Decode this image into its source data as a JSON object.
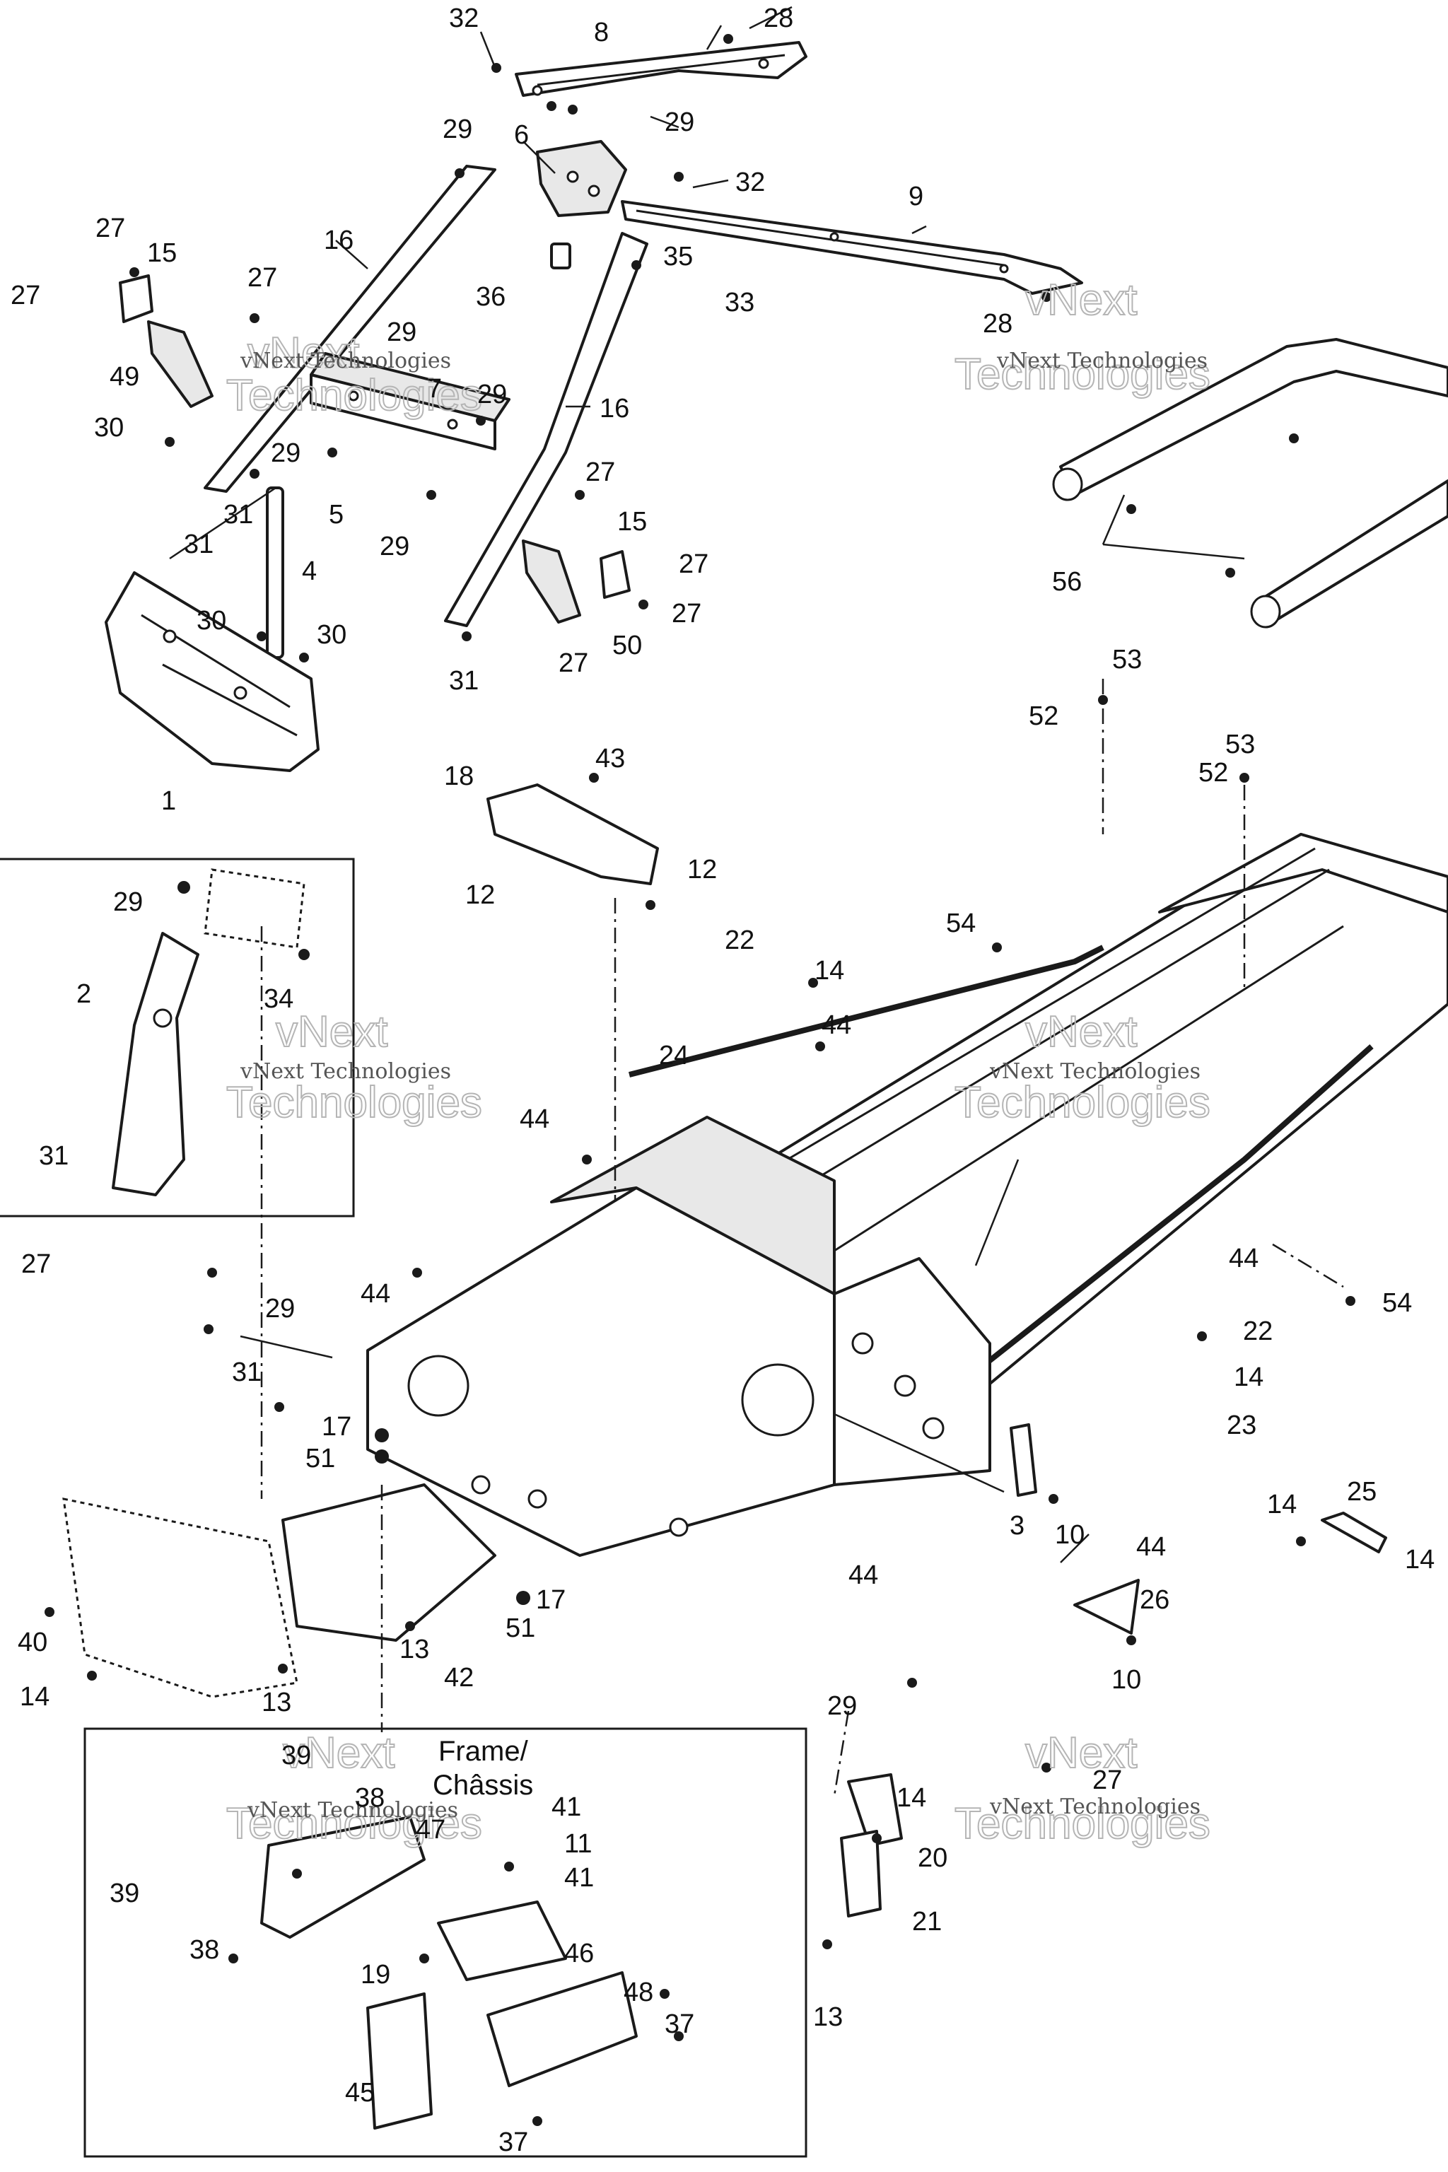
{
  "callouts": [
    {
      "text": "32"
    },
    {
      "text": "8"
    },
    {
      "text": "28"
    },
    {
      "text": "29"
    },
    {
      "text": "6"
    },
    {
      "text": "29"
    },
    {
      "text": "32"
    },
    {
      "text": "9"
    },
    {
      "text": "27"
    },
    {
      "text": "15"
    },
    {
      "text": "16"
    },
    {
      "text": "27"
    },
    {
      "text": "27"
    },
    {
      "text": "35"
    },
    {
      "text": "36"
    },
    {
      "text": "33"
    },
    {
      "text": "28"
    },
    {
      "text": "29"
    },
    {
      "text": "49"
    },
    {
      "text": "7"
    },
    {
      "text": "29"
    },
    {
      "text": "16"
    },
    {
      "text": "30"
    },
    {
      "text": "29"
    },
    {
      "text": "27"
    },
    {
      "text": "31"
    },
    {
      "text": "5"
    },
    {
      "text": "31"
    },
    {
      "text": "29"
    },
    {
      "text": "15"
    },
    {
      "text": "4"
    },
    {
      "text": "27"
    },
    {
      "text": "56"
    },
    {
      "text": "30"
    },
    {
      "text": "30"
    },
    {
      "text": "27"
    },
    {
      "text": "50"
    },
    {
      "text": "27"
    },
    {
      "text": "31"
    },
    {
      "text": "1"
    },
    {
      "text": "53"
    },
    {
      "text": "52"
    },
    {
      "text": "53"
    },
    {
      "text": "52"
    },
    {
      "text": "43"
    },
    {
      "text": "18"
    },
    {
      "text": "29"
    },
    {
      "text": "12"
    },
    {
      "text": "12"
    },
    {
      "text": "34"
    },
    {
      "text": "54"
    },
    {
      "text": "22"
    },
    {
      "text": "14"
    },
    {
      "text": "2"
    },
    {
      "text": "44"
    },
    {
      "text": "24"
    },
    {
      "text": "44"
    },
    {
      "text": "31"
    },
    {
      "text": "27"
    },
    {
      "text": "29"
    },
    {
      "text": "44"
    },
    {
      "text": "44"
    },
    {
      "text": "54"
    },
    {
      "text": "22"
    },
    {
      "text": "14"
    },
    {
      "text": "31"
    },
    {
      "text": "17"
    },
    {
      "text": "51"
    },
    {
      "text": "23"
    },
    {
      "text": "14"
    },
    {
      "text": "25"
    },
    {
      "text": "3"
    },
    {
      "text": "10"
    },
    {
      "text": "44"
    },
    {
      "text": "14"
    },
    {
      "text": "44"
    },
    {
      "text": "26"
    },
    {
      "text": "17"
    },
    {
      "text": "51"
    },
    {
      "text": "40"
    },
    {
      "text": "13"
    },
    {
      "text": "42"
    },
    {
      "text": "10"
    },
    {
      "text": "14"
    },
    {
      "text": "13"
    },
    {
      "text": "29"
    },
    {
      "text": "27"
    },
    {
      "text": "39"
    },
    {
      "text": "38"
    },
    {
      "text": "47"
    },
    {
      "text": "41"
    },
    {
      "text": "11"
    },
    {
      "text": "41"
    },
    {
      "text": "14"
    },
    {
      "text": "20"
    },
    {
      "text": "39"
    },
    {
      "text": "38"
    },
    {
      "text": "46"
    },
    {
      "text": "19"
    },
    {
      "text": "21"
    },
    {
      "text": "48"
    },
    {
      "text": "37"
    },
    {
      "text": "13"
    },
    {
      "text": "45"
    },
    {
      "text": "37"
    }
  ],
  "inset_title": {
    "line1": "Frame/",
    "line2": "Châssis"
  },
  "watermark": {
    "small": "vNext Technologies",
    "big_line1": "vNext",
    "big_line2": "Technologies"
  }
}
